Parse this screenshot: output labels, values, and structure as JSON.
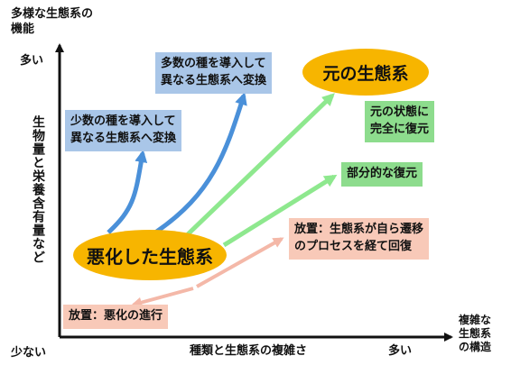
{
  "axes": {
    "y_title_line1": "多様な生態系の",
    "y_title_line2": "機能",
    "y_high": "多い",
    "y_low": "少ない",
    "y_vertical_label": "生物量と栄養含有量など",
    "x_title": "種類と生態系の複雑さ",
    "x_high": "多い",
    "x_end_line1": "複雑な",
    "x_end_line2": "生態系",
    "x_end_line3": "の構造"
  },
  "nodes": {
    "degraded": "悪化した生態系",
    "original": "元の生態系"
  },
  "boxes": {
    "many_species_line1": "多数の種を導入して",
    "many_species_line2": "異なる生態系へ変換",
    "few_species_line1": "少数の種を導入して",
    "few_species_line2": "異なる生態系へ変換",
    "full_restore_line1": "元の状態に",
    "full_restore_line2": "完全に復元",
    "partial_restore": "部分的な復元",
    "neglect_recover_line1": "放置：生態系が自ら遷移",
    "neglect_recover_line2": "のプロセスを経て回復",
    "neglect_worsen": "放置：悪化の進行"
  },
  "colors": {
    "ellipse": "#f7b500",
    "blue_arrow": "#4a90d9",
    "green_arrow": "#8ee88e",
    "pink_arrow": "#f4b8a8",
    "blue_box": "#a9c6e8",
    "green_box": "#8ddc8d",
    "pink_box": "#f8c9b8",
    "axis": "#111111"
  }
}
